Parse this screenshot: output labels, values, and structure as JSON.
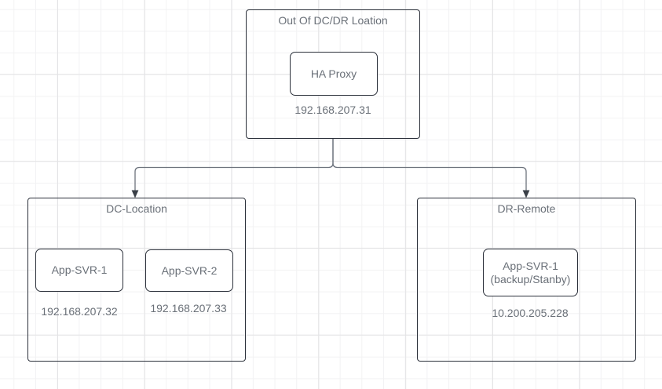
{
  "diagram": {
    "out_group": {
      "title": "Out Of DC/DR Loation",
      "node_label": "HA Proxy",
      "ip": "192.168.207.31"
    },
    "dc_group": {
      "title": "DC-Location",
      "nodes": [
        {
          "label": "App-SVR-1",
          "ip": "192.168.207.32"
        },
        {
          "label": "App-SVR-2",
          "ip": "192.168.207.33"
        }
      ]
    },
    "dr_group": {
      "title": "DR-Remote",
      "node_label_line1": "App-SVR-1",
      "node_label_line2": "(backup/Stanby)",
      "ip": "10.200.205.228"
    },
    "colors": {
      "node_border": "#2b303a",
      "label_text": "#6a7078",
      "connector_line": "#6d737d",
      "arrowhead": "#3b4048",
      "grid_minor": "#f2f2f3",
      "grid_major": "#e3e3e5",
      "canvas_background": "#ffffff"
    }
  }
}
